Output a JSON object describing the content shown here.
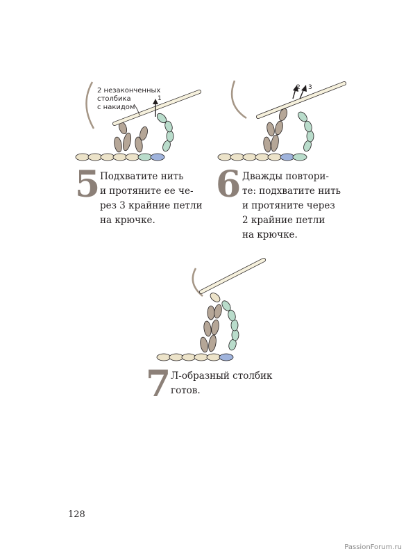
{
  "steps": [
    {
      "number": "5",
      "text": "Подхватите нить\nи протяните ее че-\nрез 3 крайние петли\nна крючке.",
      "callout": "2 незаконченных\nстолбика\nс накидом",
      "arrow_labels": [
        "1"
      ]
    },
    {
      "number": "6",
      "text": "Дважды повтори-\nте: подхватите нить\nи протяните через\n2 крайние петли\nна крючке.",
      "arrow_labels": [
        "2",
        "3"
      ]
    },
    {
      "number": "7",
      "text": "Л-образный столбик\nготов."
    }
  ],
  "page_number": "128",
  "watermark": "PassionForum.ru",
  "colors": {
    "step_number": "#8c8078",
    "chain_cream": "#ece3c9",
    "stitch_taupe": "#b5a697",
    "stitch_green": "#b9dccb",
    "stitch_blue": "#9fb3dc",
    "hook": "#f6f1dd"
  }
}
